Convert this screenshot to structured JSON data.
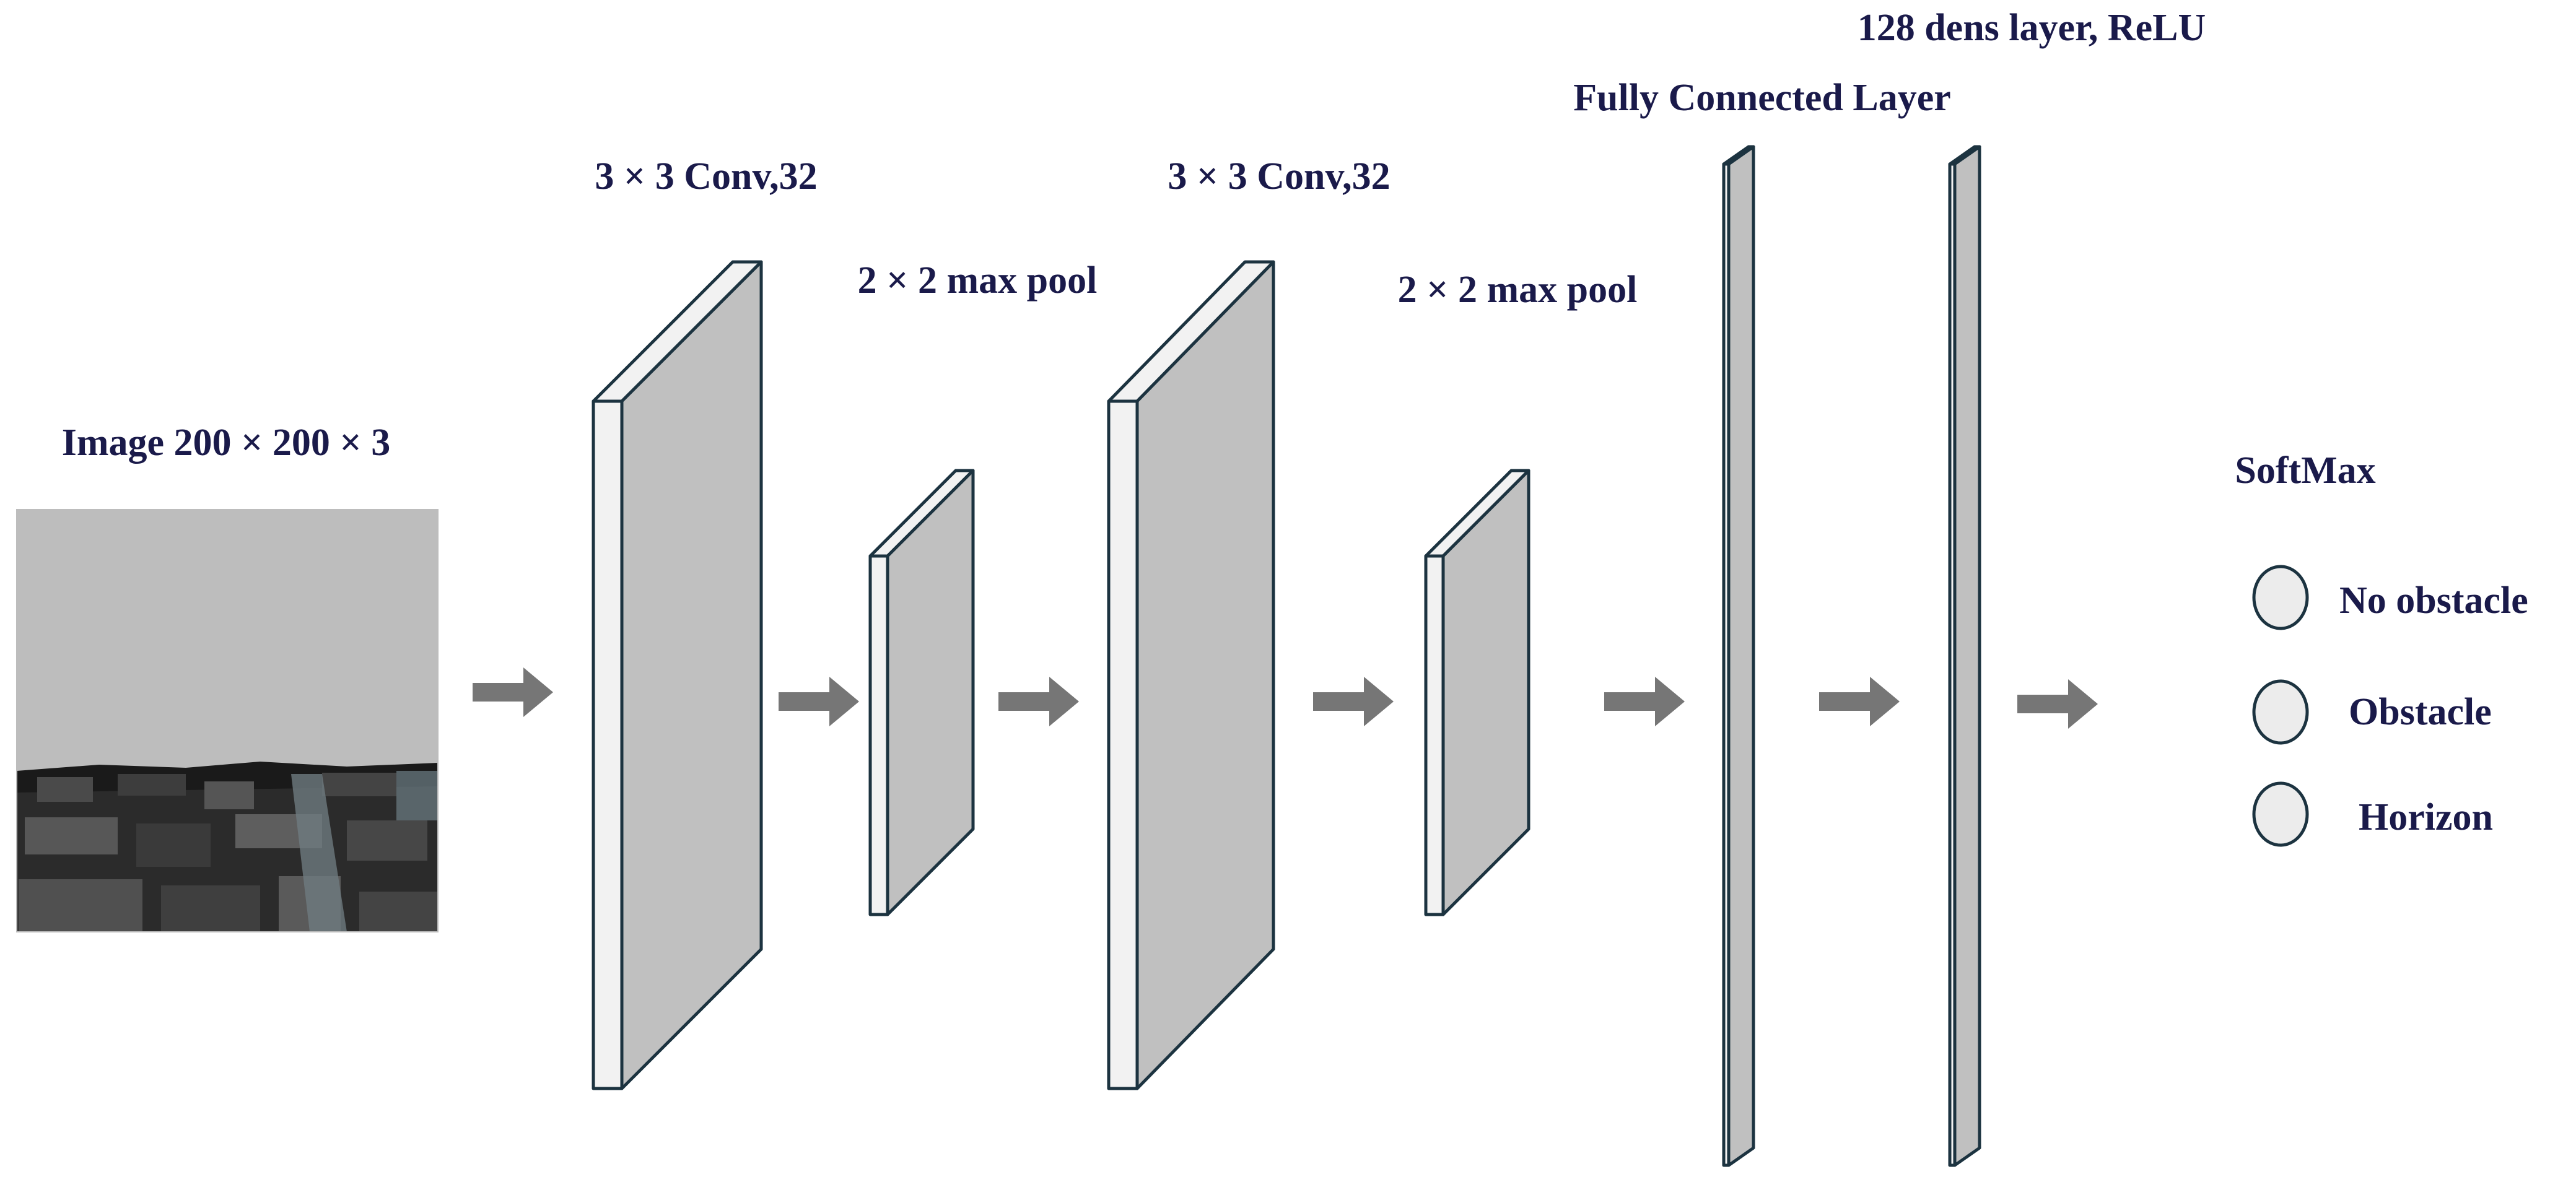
{
  "input": {
    "label": "Image 200 × 200 × 3"
  },
  "layers": {
    "conv1": "3 × 3 Conv,32",
    "pool1": "2 × 2 max pool",
    "conv2": "3 × 3 Conv,32",
    "pool2": "2 × 2 max pool",
    "fc": "Fully Connected Layer",
    "dense": "128 dens layer, ReLU"
  },
  "softmax": {
    "title": "SoftMax",
    "classes": [
      "No obstacle",
      "Obstacle",
      "Horizon"
    ]
  },
  "colors": {
    "text": "#1a1a4a",
    "block_front": "#c0c0c0",
    "block_side": "#f2f2f2",
    "block_edge": "#1c3340",
    "arrow": "#767676",
    "node_fill": "#ececec",
    "sky": "#bdbdbd"
  }
}
